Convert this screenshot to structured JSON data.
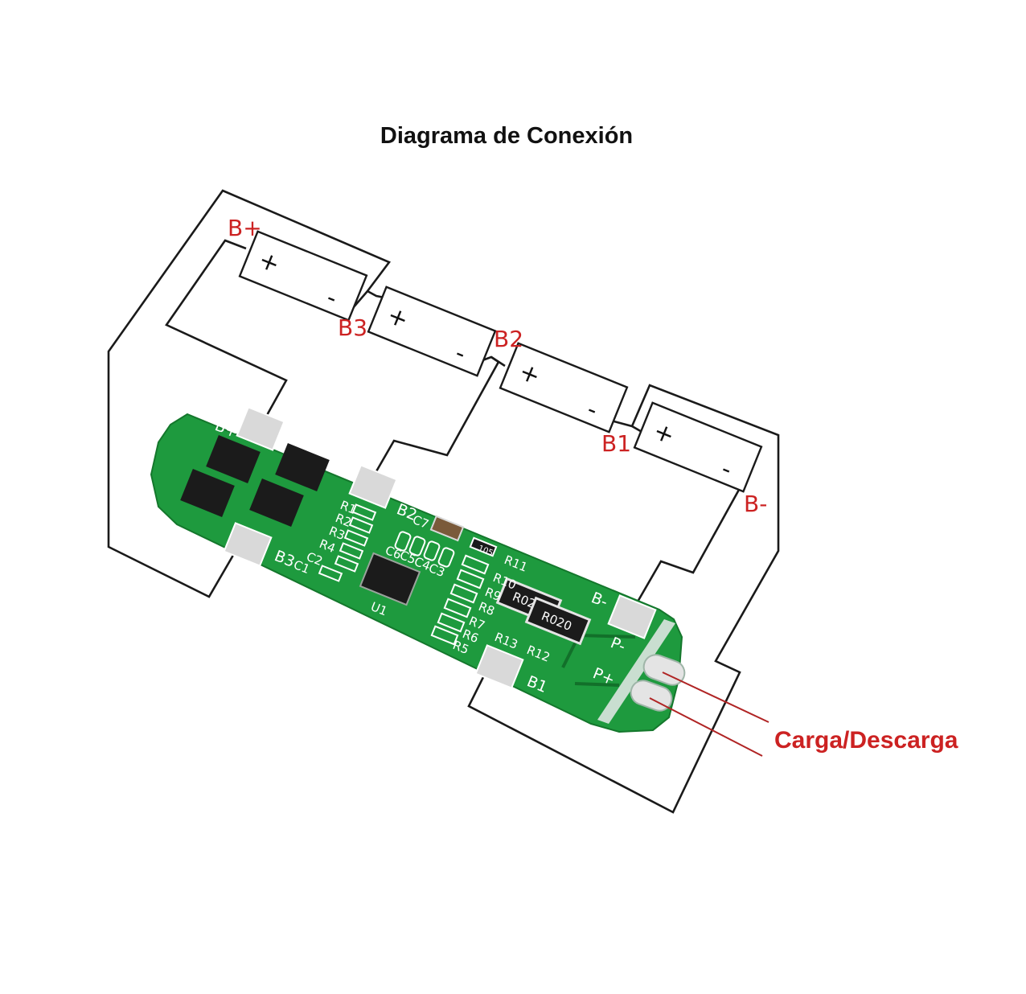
{
  "title": "Diagrama de Conexión",
  "cells": [
    {
      "plus": "+",
      "minus": "-"
    },
    {
      "plus": "+",
      "minus": "-"
    },
    {
      "plus": "+",
      "minus": "-"
    },
    {
      "plus": "+",
      "minus": "-"
    }
  ],
  "node_labels": {
    "b_plus": "B+",
    "b3": "B3",
    "b2": "B2",
    "b1": "B1",
    "b_minus": "B-"
  },
  "board": {
    "pads": {
      "b_plus": "B+",
      "b3": "B3",
      "b2": "B2",
      "b1": "B1",
      "b_minus": "B-",
      "p_minus": "P-",
      "p_plus": "P+"
    },
    "components": {
      "resistors": [
        "R1",
        "R2",
        "R3",
        "R4",
        "R5",
        "R6",
        "R7",
        "R8",
        "R9",
        "R10",
        "R11",
        "R12",
        "R13"
      ],
      "capacitors": [
        "C1",
        "C2",
        "C3",
        "C4",
        "C5",
        "C6",
        "C7"
      ],
      "ic": "U1",
      "shunt_marking": "R020",
      "small_marking": "105"
    }
  },
  "io_label": "Carga/Descarga",
  "colors": {
    "pcb": "#1e9a3e",
    "label_red": "#cc2222",
    "wire": "#1a1a1a"
  }
}
